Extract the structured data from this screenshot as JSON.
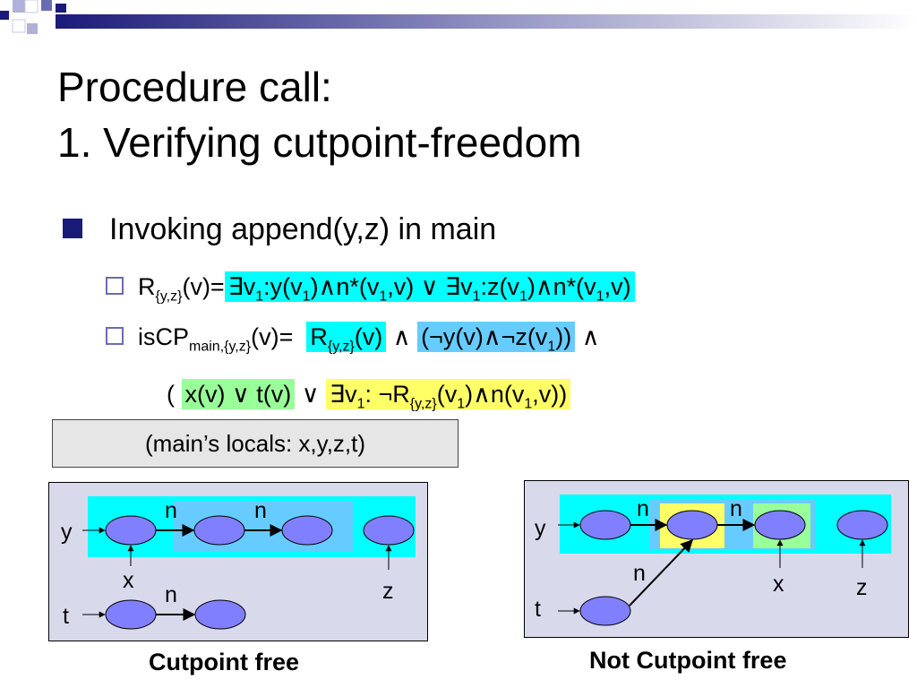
{
  "slide": {
    "title_line1": "Procedure call:",
    "title_line2": "1. Verifying cutpoint-freedom",
    "bullet_main": "Invoking append(y,z) in main",
    "formula_r": {
      "lhs_R": "R",
      "lhs_sub": "{y,z}",
      "lhs_rest": "(v)=",
      "term1_a": "∃v",
      "s1": "1",
      "term1_b": ":y(v",
      "s2": "1",
      "term1_c": ")∧n*(v",
      "s3": "1",
      "term1_d": ",v)",
      "or": " ∨ ",
      "term2_a": "∃v",
      "s4": "1",
      "term2_b": ":z(v",
      "s5": "1",
      "term2_c": ")∧n*(v",
      "s6": "1",
      "term2_d": ",v)"
    },
    "formula_iscp": {
      "lhs": "isCP",
      "lhs_sub": "main,{y,z}",
      "lhs_rest": "(v)=",
      "r": "R",
      "r_sub": "{y,z}",
      "r_rest": "(v)",
      "and1": " ∧ ",
      "neg_a": "(¬y(v)∧¬z(v",
      "neg_s": "1",
      "neg_b": "))",
      "and2": " ∧"
    },
    "formula_cont": {
      "open": "(",
      "xt": "x(v) ∨ t(v)",
      "or": " ∨ ",
      "exists_a": "∃v",
      "exists_s": "1",
      "exists_b": ": ¬R",
      "exists_sub": "{y,z}",
      "exists_c": "(v",
      "exists_s2": "1",
      "exists_d": ")∧n(v",
      "exists_s3": "1",
      "exists_e": ",v))"
    },
    "locals_note": "(main’s locals: x,y,z,t)",
    "left_diagram": {
      "caption": "Cutpoint free",
      "labels": {
        "y": "y",
        "x": "x",
        "z": "z",
        "t": "t",
        "n1": "n",
        "n2": "n",
        "n3": "n"
      }
    },
    "right_diagram": {
      "caption": "Not Cutpoint free",
      "labels": {
        "y": "y",
        "x": "x",
        "z": "z",
        "t": "t",
        "n1": "n",
        "n2": "n",
        "n3": "n"
      }
    },
    "colors": {
      "navy": "#1a1a7a",
      "cyan": "#00ffff",
      "light_blue": "#66ccff",
      "green": "#99ff99",
      "yellow": "#ffff66",
      "node_fill": "#8080ff",
      "panel_bg": "#d9d9ec"
    }
  }
}
